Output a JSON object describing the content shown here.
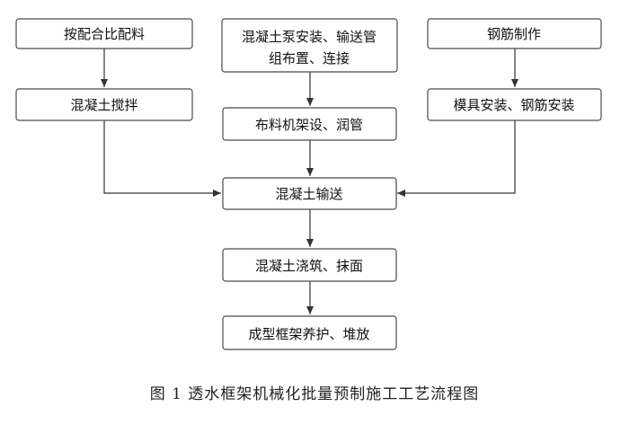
{
  "diagram": {
    "nodes": {
      "mix_ratio": "按配合比配料",
      "concrete_mixing": "混凝土搅拌",
      "pump_install_line1": "混凝土泵安装、输送管",
      "pump_install_line2": "组布置、连接",
      "distributor_setup": "布料机架设、润管",
      "rebar_making": "钢筋制作",
      "formwork_rebar_install": "模具安装、钢筋安装",
      "concrete_conveying": "混凝土输送",
      "pouring_finishing": "混凝土浇筑、抹面",
      "curing_stacking": "成型框架养护、堆放"
    },
    "caption": "图 1  透水框架机械化批量预制施工工艺流程图"
  }
}
